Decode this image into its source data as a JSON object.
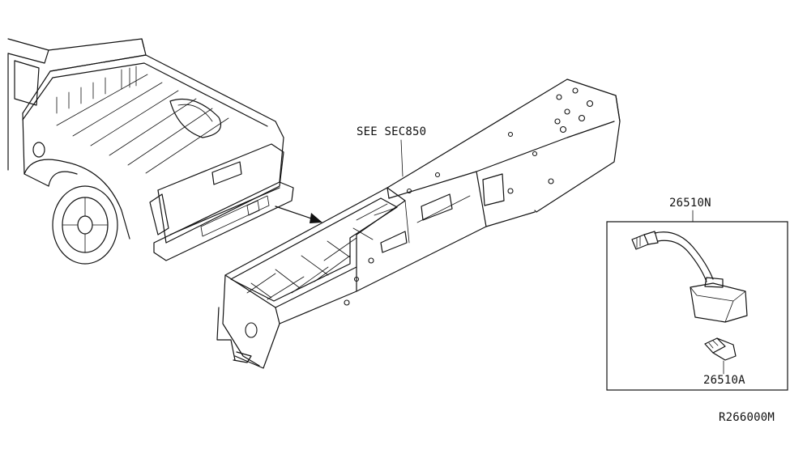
{
  "callouts": {
    "reference_note": "SEE SEC850",
    "lamp_assembly_part": "26510N",
    "bulb_part": "26510A"
  },
  "diagram_code": "R266000M"
}
